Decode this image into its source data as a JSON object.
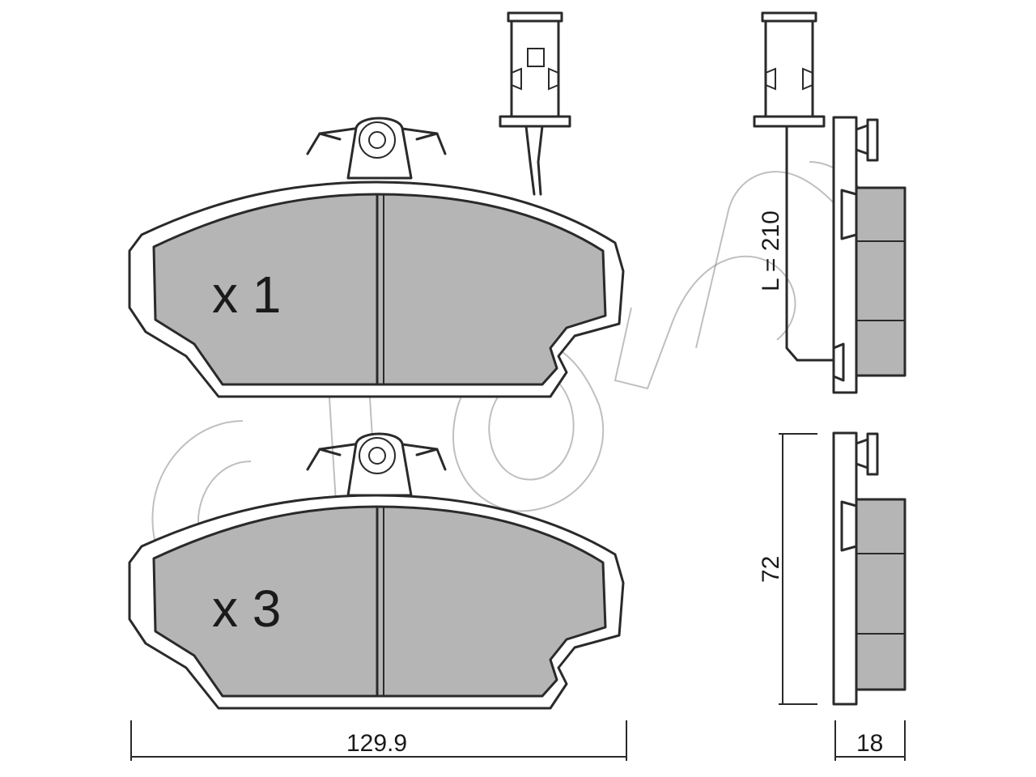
{
  "quantity_labels": {
    "top_pad": "x 1",
    "bottom_pad": "x 3"
  },
  "dimensions": {
    "width": "129.9",
    "height": "72",
    "thickness": "18",
    "wire_length": "L = 210"
  },
  "watermark": {
    "brand": "cifam",
    "color": "#8a8a8a"
  },
  "colors": {
    "friction_material": "#b5b5b5",
    "outline": "#2a2a2a"
  }
}
